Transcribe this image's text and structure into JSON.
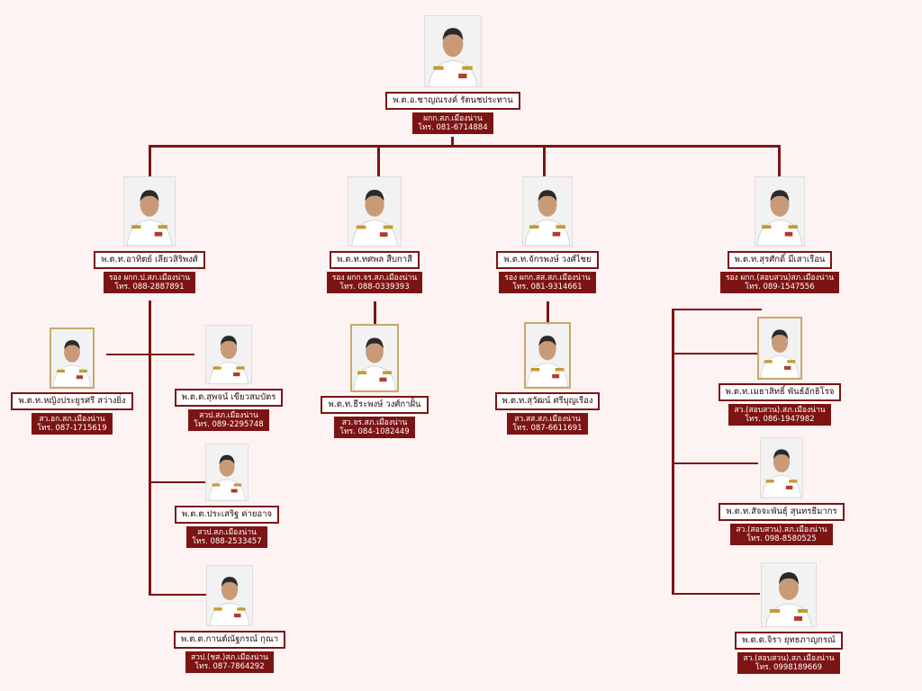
{
  "colors": {
    "background": "#fdf3f2",
    "line": "#7d1414",
    "box_border": "#7d1414",
    "info_fill": "#7d1414"
  },
  "people": [
    {
      "key": "p0",
      "name": "พ.ต.อ.ชาญณรงค์ รัตนชประทาน",
      "position": "ผกก.สภ.เมืองน่าน",
      "phone": "โทร. 081-6714884"
    },
    {
      "key": "p1",
      "name": "พ.ต.ท.อาทิตย์ เลียวสิริพงศ์",
      "position": "รอง ผกก.ป.สภ.เมืองน่าน",
      "phone": "โทร. 088-2887891"
    },
    {
      "key": "p2",
      "name": "พ.ต.ท.ทศพล สืบกาสี",
      "position": "รอง ผกก.จร.สภ.เมืองน่าน",
      "phone": "โทร. 088-0339393"
    },
    {
      "key": "p3",
      "name": "พ.ต.ท.จักรพงษ์ วงศ์ไชย",
      "position": "รอง ผกก.สส.สภ.เมืองน่าน",
      "phone": "โทร. 081-9314661"
    },
    {
      "key": "p4",
      "name": "พ.ต.ท.สุรศักดิ์ มีเสาเรือน",
      "position": "รอง ผกก.(สอบสวน)สภ.เมืองน่าน",
      "phone": "โทร. 089-1547556"
    },
    {
      "key": "p5",
      "name": "พ.ต.ท.หญิงประยูรศรี สว่างยิ่ง",
      "position": "สว.อก.สภ.เมืองน่าน",
      "phone": "โทร. 087-1715619"
    },
    {
      "key": "p6",
      "name": "พ.ต.ต.สุพจน์ เขียวสมบัตร",
      "position": "สวป.สภ.เมืองน่าน",
      "phone": "โทร. 089-2295748"
    },
    {
      "key": "p7",
      "name": "พ.ต.ต.ประเสริฐ ค่ายอาจ",
      "position": "สวป.สภ.เมืองน่าน",
      "phone": "โทร. 088-2533457"
    },
    {
      "key": "p8",
      "name": "พ.ต.ต.กานต์ณัฐกรณ์ กุณา",
      "position": "สวป.(ชส.)สภ.เมืองน่าน",
      "phone": "โทร. 087-7864292"
    },
    {
      "key": "p9",
      "name": "พ.ต.ท.ธีระพงษ์ วงศ์กาฝั้น",
      "position": "สว.จร.สภ.เมืองน่าน",
      "phone": "โทร. 084-1082449"
    },
    {
      "key": "p10",
      "name": "พ.ต.ท.สุวัฒน์ ศรีบุญเรือง",
      "position": "สว.สส.สภ.เมืองน่าน",
      "phone": "โทร. 087-6611691"
    },
    {
      "key": "p11",
      "name": "พ.ต.ท.เมธาสิทธิ์ พันธ์อักธิโรจ",
      "position": "สว.(สอบสวน).สภ.เมืองน่าน",
      "phone": "โทร. 086-1947982"
    },
    {
      "key": "p12",
      "name": "พ.ต.ท.สัจจะพันธุ์ สุนทรธีมากร",
      "position": "สว.(สอบสวน).สภ.เมืองน่าน",
      "phone": "โทร. 098-8580525"
    },
    {
      "key": "p13",
      "name": "พ.ต.ต.จิรา ยุทธภาญกรณ์",
      "position": "สว.(สอบสวน).สภ.เมืองน่าน",
      "phone": "โทร. 0998189669"
    }
  ]
}
